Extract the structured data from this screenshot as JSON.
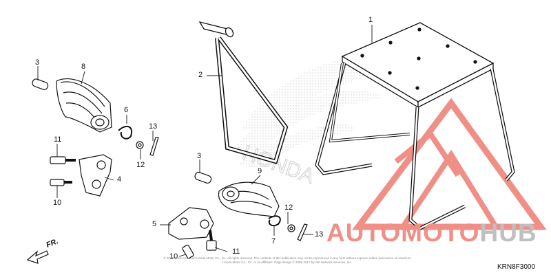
{
  "diagram": {
    "callouts": [
      {
        "id": "c1",
        "label": "1"
      },
      {
        "id": "c2",
        "label": "2"
      },
      {
        "id": "c3a",
        "label": "3"
      },
      {
        "id": "c3b",
        "label": "3"
      },
      {
        "id": "c4",
        "label": "4"
      },
      {
        "id": "c5",
        "label": "5"
      },
      {
        "id": "c6",
        "label": "6"
      },
      {
        "id": "c7",
        "label": "7"
      },
      {
        "id": "c8",
        "label": "8"
      },
      {
        "id": "c9",
        "label": "9"
      },
      {
        "id": "c10a",
        "label": "10"
      },
      {
        "id": "c10b",
        "label": "10"
      },
      {
        "id": "c11a",
        "label": "11"
      },
      {
        "id": "c11b",
        "label": "11"
      },
      {
        "id": "c12a",
        "label": "12"
      },
      {
        "id": "c12b",
        "label": "12"
      },
      {
        "id": "c13a",
        "label": "13"
      },
      {
        "id": "c13b",
        "label": "13"
      }
    ],
    "direction_label": "FR.",
    "diagram_code": "KRN8F3000",
    "background_brand": "HONDA",
    "copyright": "© 2002-2018 American Honda Motor Co., Inc. All rights reserved. The contents of this publication may not be reproduced in any form without express written permission of American Honda Motor Co., Inc. or its affiliates. Page design © 2005-2017 by ARI Network Services, Inc."
  },
  "watermark": {
    "text_colored": "AUTOMOTO",
    "text_gray": "HUB",
    "color_primary": "#f08f86",
    "color_secondary": "#bfbfbf"
  }
}
